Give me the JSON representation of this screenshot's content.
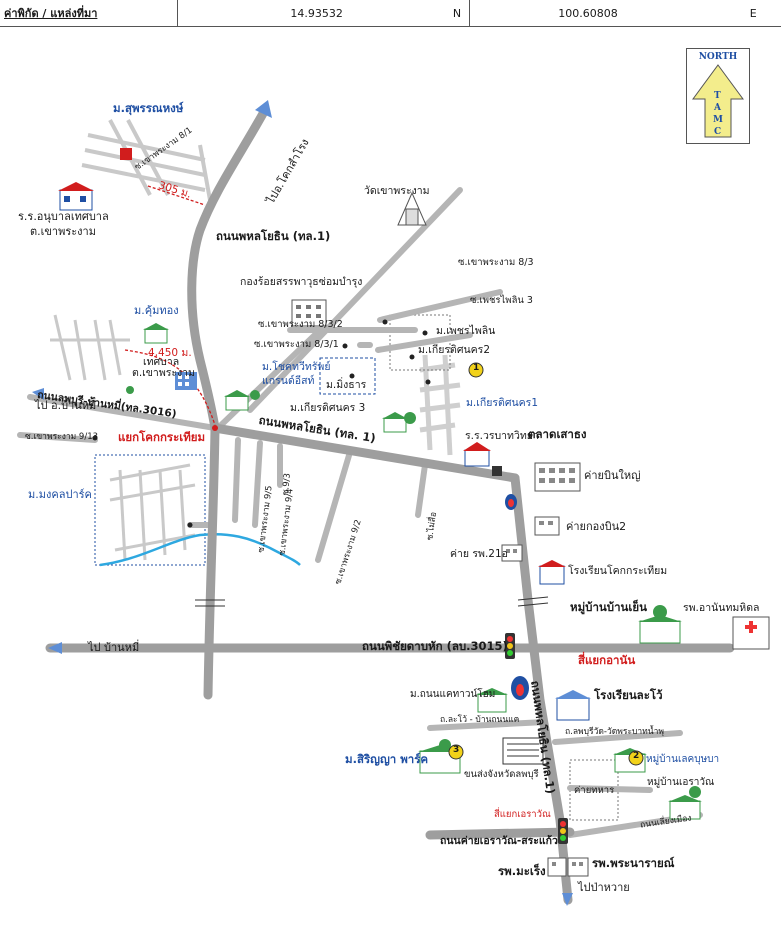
{
  "header": {
    "coord_label": "ค่าพิกัด / แหล่งที่มา",
    "lat": "14.93532",
    "lat_dir": "N",
    "lon": "100.60808",
    "lon_dir": "E"
  },
  "north_arrow": {
    "label": "NORTH",
    "letters": [
      "T",
      "A",
      "M",
      "C"
    ]
  },
  "roads": {
    "phahon_1": "ถนนพหลโยธิน (ทล.1)",
    "phahon_2": "ถนนพหลโยธิน (ทล. 1)",
    "phahon_3": "ถนนพหลโยธิน (ทล.1)",
    "lopburi_banmi": "ถนนลพบุรี-บ้านหมี่(ทล.3016)",
    "phichai": "ถนนพิชัยดาบหัก (ลบ.3015)",
    "khai_erawan": "ถนนค่ายเอราวัณ-สระแก้ว",
    "to_khok_samrong": "ไปอ.โคกสำโรง",
    "to_ban_mi_1": "ไป อ.บ้านหมี่",
    "to_ban_mi_2": "ไป บ้านหมี่",
    "to_pa_wai": "ไปป่าหวาย",
    "khok_tiam_junction": "แยกโคกกระเทียม",
    "anan_junction": "สี่แยกอานัน",
    "erawan_junction": "สี่แยกเอราวัณ",
    "dist_305": "305 ม.",
    "dist_4450": "4,450 ม.",
    "soi_9_13": "ซ.เขาพระงาม 9/13",
    "soi_9_5": "ซ.เขาพระงาม 9/5",
    "soi_9_4": "ซ.เขาพระงาม 9/4",
    "soi_9_3": "ซ.9/3",
    "soi_9_2": "ซ.เขาพระงาม 9/2",
    "soi_8_3": "ซ.เขาพระงาม 8/3",
    "soi_8_3_2": "ซ.เขาพระงาม 8/3/2",
    "soi_8_3_1": "ซ.เขาพระงาม 8/3/1",
    "soi_phetphailin": "ซ.เพชรไพลิน 3",
    "soi_maisueng": "ซ.ไม่สื่อ",
    "soi_8_1": "ซ.เขาพระงาม 8/1",
    "soi_lopburi_wat": "ถ.ลพบุรีวัด-วัดพระบาทน้ำพุ",
    "soi_lado": "ถ.ละโว้ - บ้านถนนแค",
    "soi_lado2": "ถนนเลี่ยงเมือง"
  },
  "places": {
    "suphannahong": "ม.สุพรรณหงษ์",
    "anuban_school": "ร.ร.อนุบาลเทศบาล",
    "t_khaophrangam": "ต.เขาพระงาม",
    "wat_khaophrangam": "วัดเขาพระงาม",
    "kong_roi": "กองร้อยสรรพาวุธซ่อมบำรุง",
    "phetphailin": "ม.เพชรไพลิน",
    "kiatdisakorn2": "ม.เกียรติศนคร2",
    "kiatdisakorn1": "ม.เกียรติศนคร1",
    "kiatdisakorn3": "ม.เกียรติศนคร 3",
    "chokthawi": "ม.โชคทวีทรัพย์",
    "grand_estate": "แกรนด์อีสท์",
    "mingthan": "ม.มิ่งธาร",
    "khumthong": "ม.คุ้มทอง",
    "thesaban": "เทศบาล",
    "t_khaophrangam2": "ต.เขาพระงาม",
    "mongkhon_park": "ม.มงคลปาร์ค",
    "worawat_school": "ร.ร.วรบาทวิทยา",
    "talat_saothong": "ตลาดเสาธง",
    "camp_bin_yai": "ค่ายบินใหญ่",
    "camp_kong_bin2": "ค่ายกองบิน2",
    "camp_hospital21": "ค่าย รพ.21อ",
    "khok_tiam_school": "โรงเรียนโคกกระเทียม",
    "ban_yen_village": "หมู่บ้านบ้านเย็น",
    "anan_hospital": "รพ.อานันทมหิดล",
    "thanon_khae": "ม.ถนนแคทาวน์โฮม",
    "lopburi_school": "โรงเรียนละโว้",
    "sirinya_park": "ม.สิริญญา พาร์ค",
    "lopburi_station": "ขนส่งจังหวัดลพบุรี",
    "lak_buppha": "หมู่บ้านเลคบุษบา",
    "camp_thahan": "ค่ายทหาร",
    "erawan_village": "หมู่บ้านเอราวัณ",
    "phranarai_hospital": "รพ.พระนารายณ์",
    "maseng_hospital": "รพ.มะเร็ง"
  },
  "markers": [
    "1",
    "2",
    "3"
  ],
  "colors": {
    "road": "#a9a9a9",
    "main_road": "#9e9e9e",
    "label_blue": "#1f4fa3",
    "label_red": "#d11d1d",
    "river": "#2ea8e0",
    "marker": "#f2d21a",
    "house": "#3b9b4a"
  }
}
